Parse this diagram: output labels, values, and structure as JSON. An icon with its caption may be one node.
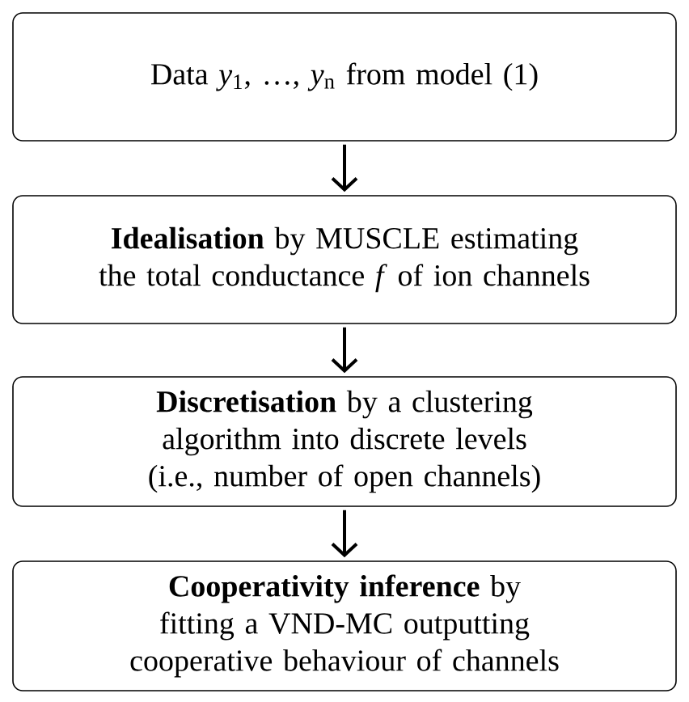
{
  "diagram": {
    "nodes": [
      {
        "text": [
          "Data *y*$_{1}$, …, *y*$_{n}$ from model (1)"
        ]
      },
      {
        "text": [
          "**Idealisation** by MUSCLE estimating the total conductance *f* of ion channels"
        ]
      },
      {
        "text": [
          "**Discretisation** by a clustering algorithm into discrete levels (i.e., number of open channels)"
        ]
      },
      {
        "text": [
          "**Cooperativity inference** by fitting a VND-MC outputting cooperative behaviour of channels"
        ]
      }
    ],
    "edges": [
      {
        "from": 0,
        "to": 1,
        "arrow": "to"
      },
      {
        "from": 1,
        "to": 2,
        "arrow": "to"
      },
      {
        "from": 2,
        "to": 3,
        "arrow": "to"
      }
    ]
  }
}
